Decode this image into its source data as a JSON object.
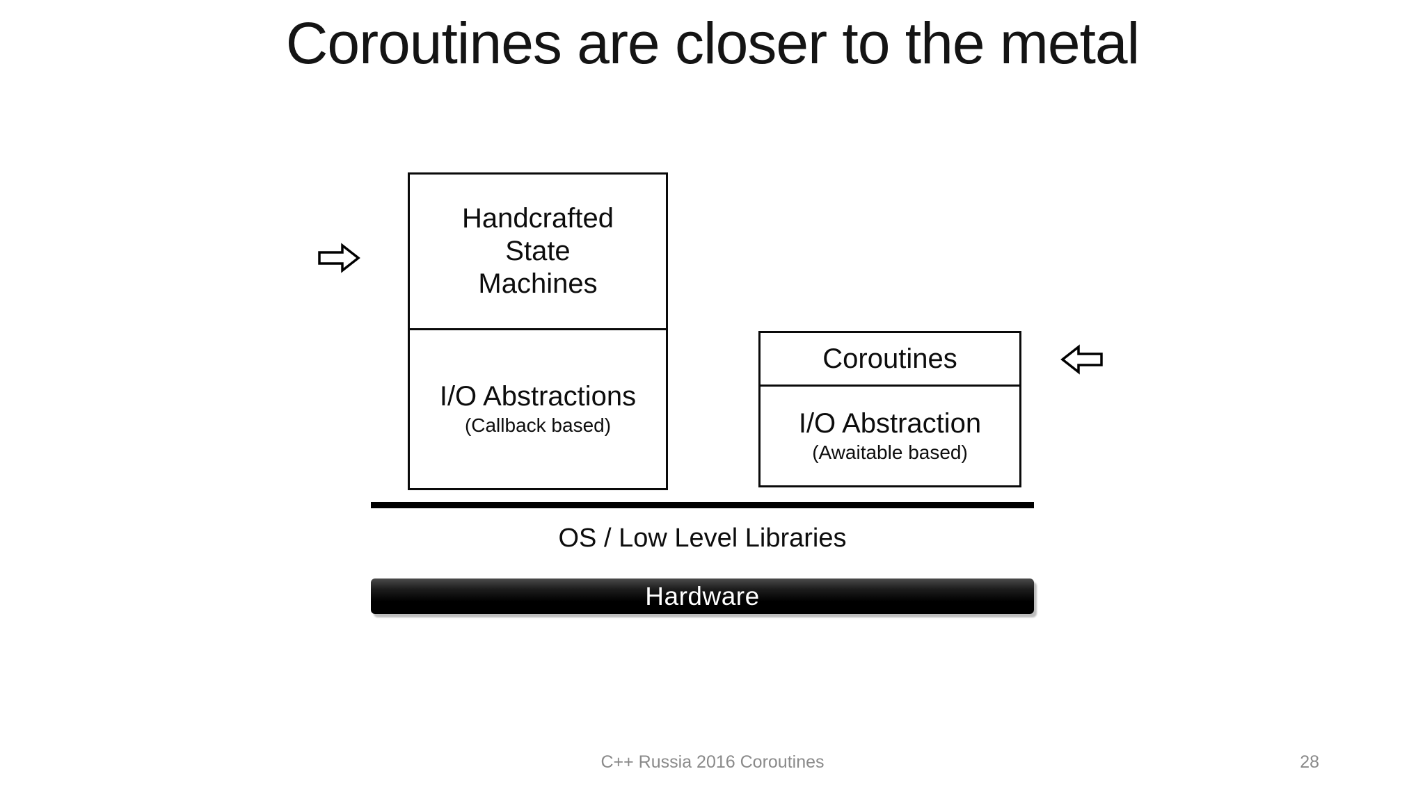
{
  "slide": {
    "title": "Coroutines are closer to the metal",
    "left_stack": {
      "top_label": "Handcrafted\nState\nMachines",
      "bottom_label": "I/O Abstractions",
      "bottom_sublabel": "(Callback based)"
    },
    "right_stack": {
      "top_label": "Coroutines",
      "bottom_label": "I/O Abstraction",
      "bottom_sublabel": "(Awaitable based)"
    },
    "os_label": "OS / Low Level Libraries",
    "hardware_label": "Hardware",
    "footer": {
      "text": "C++ Russia 2016 Coroutines",
      "page_number": "28"
    },
    "icons": {
      "right_arrow": "right-block-arrow-icon",
      "left_arrow": "left-block-arrow-icon"
    },
    "colors": {
      "text": "#111111",
      "border": "#0a0a0a",
      "footer_text": "#8a8a8a",
      "hardware_gradient_top": "#4a4a4a",
      "hardware_gradient_bottom": "#000000",
      "hardware_text": "#ffffff"
    }
  }
}
